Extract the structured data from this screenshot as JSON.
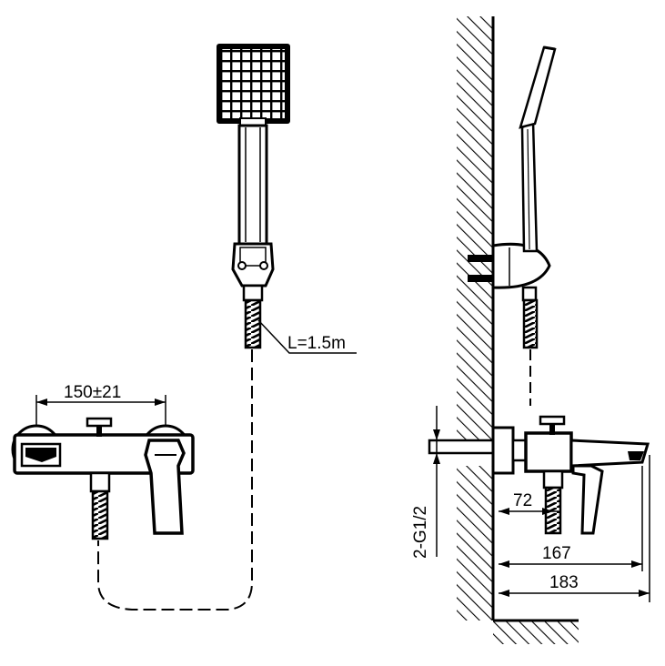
{
  "dimensions": {
    "hose_length": "L=1.5m",
    "centers": "150±21",
    "thread": "2-G1/2",
    "d72": "72",
    "d167": "167",
    "d183": "183"
  },
  "colors": {
    "line": "#000000",
    "background": "#ffffff"
  }
}
